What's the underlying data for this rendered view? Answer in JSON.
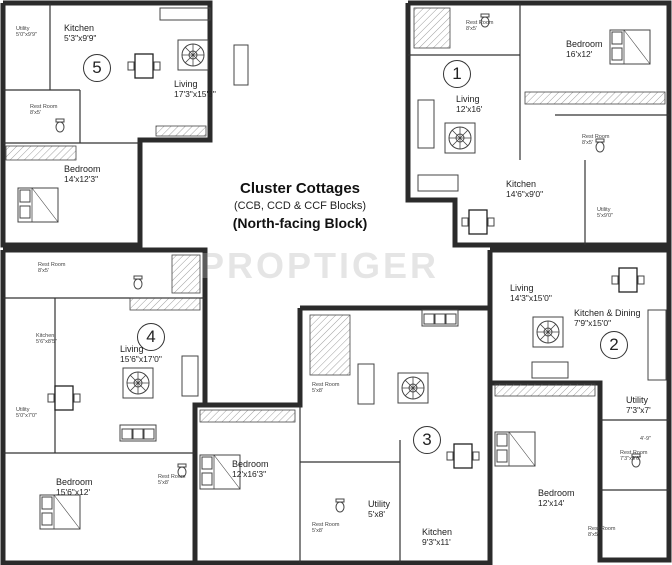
{
  "title": {
    "main": "Cluster Cottages",
    "blocks": "(CCB, CCD & CCF Blocks)",
    "orientation": "(North-facing Block)"
  },
  "watermark": "PROPTIGER",
  "units": {
    "u1": {
      "number": "1",
      "living": {
        "name": "Living",
        "dim": "12'x16'"
      },
      "bedroom": {
        "name": "Bedroom",
        "dim": "16'x12'"
      },
      "kitchen": {
        "name": "Kitchen",
        "dim": "14'6\"x9'0\""
      },
      "restroom": {
        "name": "Rest Room",
        "dim": "8'x5'"
      },
      "restroom_top": {
        "name": "Rest Room",
        "dim": "8'x5'"
      },
      "utility": {
        "name": "Utility",
        "dim": "5'x9'0\""
      }
    },
    "u2": {
      "number": "2",
      "living": {
        "name": "Living",
        "dim": "14'3\"x15'0\""
      },
      "kitchen": {
        "name": "Kitchen & Dining",
        "dim": "7'9\"x15'0\""
      },
      "utility": {
        "name": "Utility",
        "dim": "7'3\"x7'"
      },
      "restroom": {
        "name": "Rest Room",
        "dim": "7'3\"x6'6\""
      },
      "restroom_b": {
        "name": "Rest Room",
        "dim": "8'x5'"
      },
      "note": "4'-9\""
    },
    "u3": {
      "number": "3",
      "bedroom1": {
        "name": "Bedroom",
        "dim": "12'x16'3\""
      },
      "bedroom2": {
        "name": "Bedroom",
        "dim": "12'x14'"
      },
      "kitchen": {
        "name": "Kitchen",
        "dim": "9'3\"x11'"
      },
      "utility": {
        "name": "Utility",
        "dim": "5'x8'"
      },
      "restroom1": {
        "name": "Rest Room",
        "dim": "5'x8'"
      },
      "restroom2": {
        "name": "Rest Room",
        "dim": "5'x8'"
      }
    },
    "u4": {
      "number": "4",
      "living": {
        "name": "Living",
        "dim": "15'6\"x17'0\""
      },
      "kitchen": {
        "name": "Kitchen",
        "dim": "5'6\"x8'5\""
      },
      "bedroom": {
        "name": "Bedroom",
        "dim": "15'6\"x12'"
      },
      "utility": {
        "name": "Utility",
        "dim": "5'0\"x7'0\""
      },
      "restroom": {
        "name": "Rest Room",
        "dim": "8'x5'"
      },
      "restroom_b": {
        "name": "Rest Room",
        "dim": "5'x8'"
      }
    },
    "u5": {
      "number": "5",
      "kitchen": {
        "name": "Kitchen",
        "dim": "5'3\"x9'9\""
      },
      "living": {
        "name": "Living",
        "dim": "17'3\"x15'3\""
      },
      "bedroom": {
        "name": "Bedroom",
        "dim": "14'x12'3\""
      },
      "utility": {
        "name": "Utility",
        "dim": "5'0\"x9'9\""
      },
      "restroom": {
        "name": "Rest Room",
        "dim": "8'x5'"
      }
    }
  }
}
